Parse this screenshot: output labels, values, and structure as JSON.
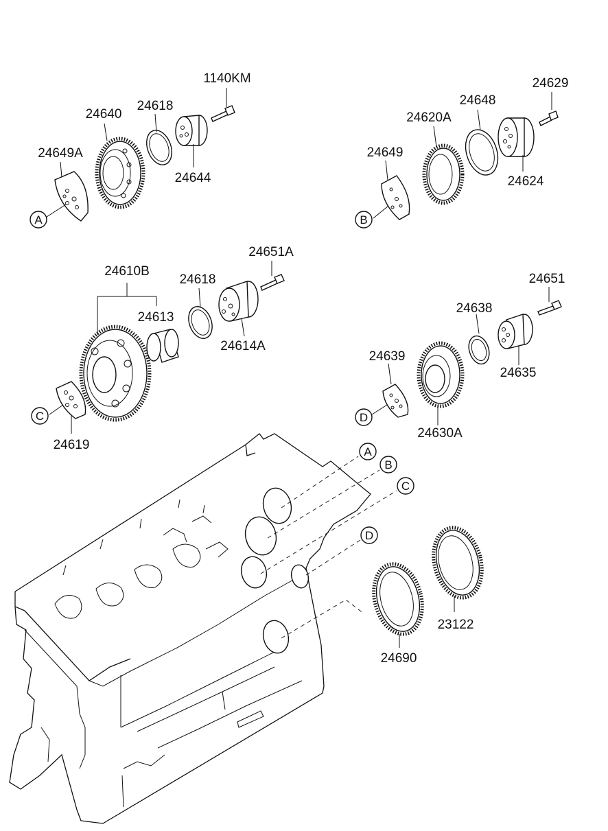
{
  "parts": {
    "p1140KM": "1140KM",
    "p24640": "24640",
    "p24618_top": "24618",
    "p24649A": "24649A",
    "p24644": "24644",
    "p24629": "24629",
    "p24648": "24648",
    "p24620A": "24620A",
    "p24649": "24649",
    "p24624": "24624",
    "p24651A": "24651A",
    "p24610B": "24610B",
    "p24618_mid": "24618",
    "p24613": "24613",
    "p24614A": "24614A",
    "p24619": "24619",
    "p24651": "24651",
    "p24638": "24638",
    "p24639": "24639",
    "p24635": "24635",
    "p24630A": "24630A",
    "p24690": "24690",
    "p23122": "23122"
  },
  "refs": {
    "A": "A",
    "B": "B",
    "C": "C",
    "D": "D"
  }
}
